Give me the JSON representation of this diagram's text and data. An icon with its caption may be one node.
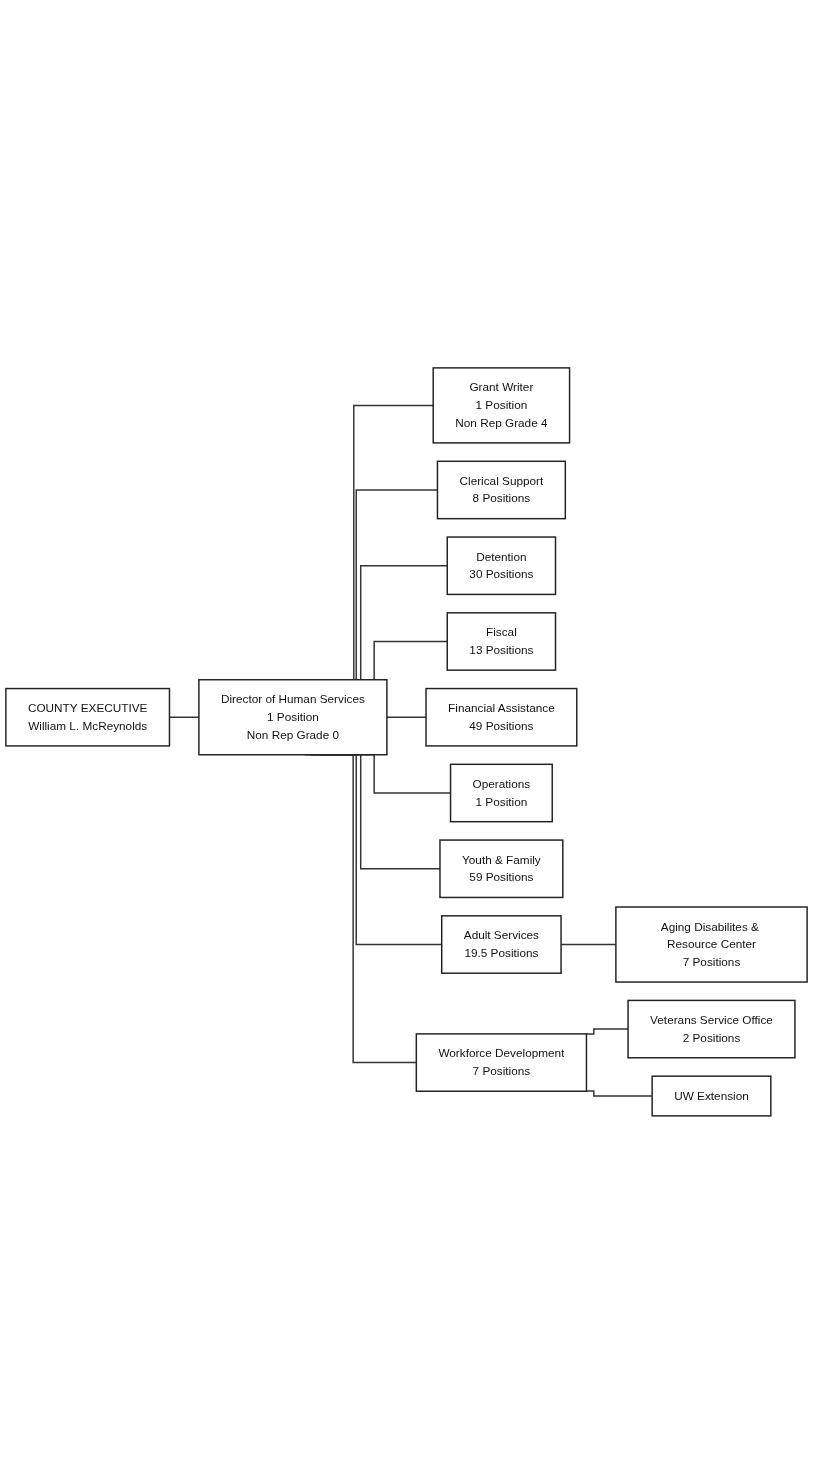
{
  "diagram": {
    "nodes": [
      {
        "text": [
          "COUNTY EXECUTIVE",
          "William L. McReynolds"
        ]
      },
      {
        "text": [
          "Director of Human Services",
          "1 Position",
          "Non Rep Grade 0"
        ]
      },
      {
        "text": [
          "Grant Writer",
          "1 Position",
          "Non Rep Grade 4"
        ]
      },
      {
        "text": [
          "Clerical Support",
          "8 Positions"
        ]
      },
      {
        "text": [
          "Detention",
          "30 Positions"
        ]
      },
      {
        "text": [
          "Fiscal",
          "13 Positions"
        ]
      },
      {
        "text": [
          "Financial Assistance",
          "49 Positions"
        ]
      },
      {
        "text": [
          "Operations",
          "1 Position"
        ]
      },
      {
        "text": [
          "Youth & Family",
          "59 Positions"
        ]
      },
      {
        "text": [
          "Adult Services",
          "19.5 Positions"
        ]
      },
      {
        "text": [
          "Aging Disabilites & Resource Center",
          "7 Positions"
        ]
      },
      {
        "text": [
          "Workforce Development",
          "7 Positions"
        ]
      },
      {
        "text": [
          "Veterans Service Office",
          "2 Positions"
        ]
      },
      {
        "text": [
          "UW Extension"
        ]
      }
    ],
    "edges": [
      {
        "from": 0,
        "to": 1,
        "arrow": "none"
      },
      {
        "from": 1,
        "to": 2,
        "arrow": "none"
      },
      {
        "from": 1,
        "to": 3,
        "arrow": "none"
      },
      {
        "from": 1,
        "to": 4,
        "arrow": "none"
      },
      {
        "from": 1,
        "to": 5,
        "arrow": "none"
      },
      {
        "from": 1,
        "to": 6,
        "arrow": "none"
      },
      {
        "from": 1,
        "to": 7,
        "arrow": "none"
      },
      {
        "from": 1,
        "to": 8,
        "arrow": "none"
      },
      {
        "from": 1,
        "to": 9,
        "arrow": "none"
      },
      {
        "from": 9,
        "to": 10,
        "arrow": "none"
      },
      {
        "from": 1,
        "to": 11,
        "arrow": "none"
      },
      {
        "from": 11,
        "to": 12,
        "arrow": "none"
      },
      {
        "from": 11,
        "to": 13,
        "arrow": "none"
      }
    ]
  }
}
